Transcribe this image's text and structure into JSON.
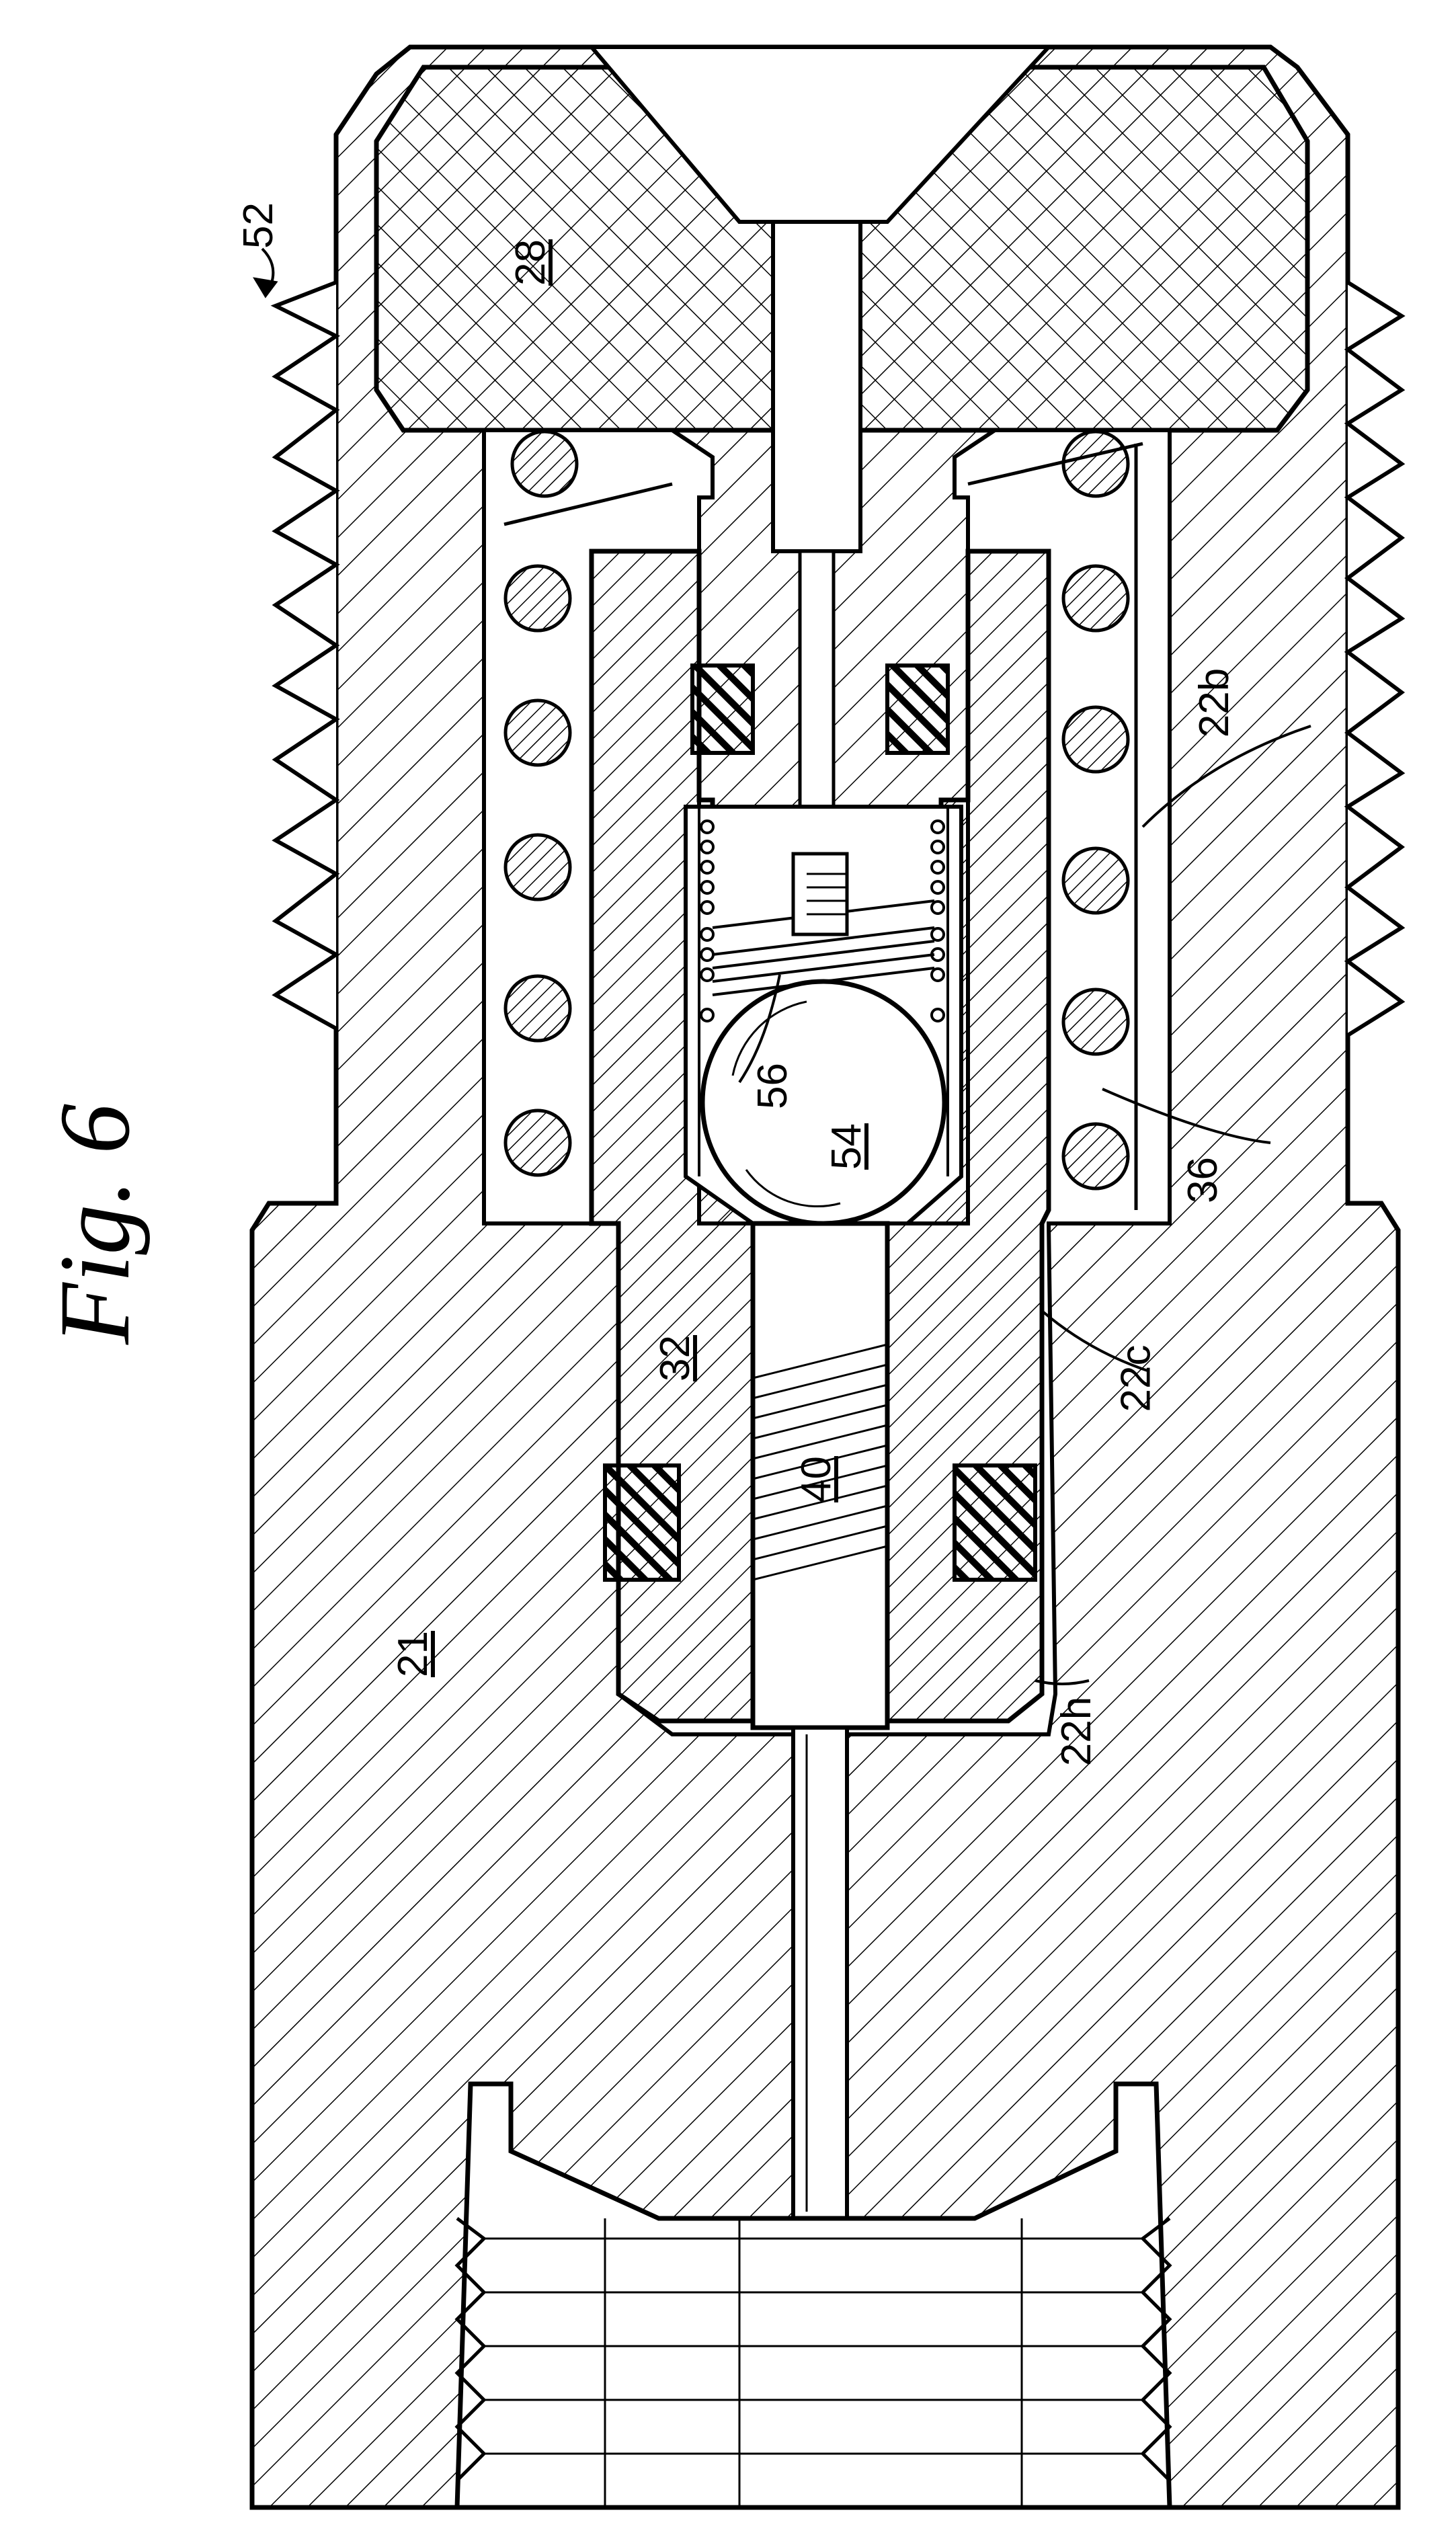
{
  "figure": {
    "title": "Fig. 6"
  },
  "labels": {
    "l52": "52",
    "l28": "28",
    "l22b": "22b",
    "l56": "56",
    "l54": "54",
    "l36": "36",
    "l32": "32",
    "l22c": "22c",
    "l40": "40",
    "l21": "21",
    "l22h": "22h"
  },
  "colors": {
    "line": "#000000",
    "paper": "#ffffff"
  }
}
